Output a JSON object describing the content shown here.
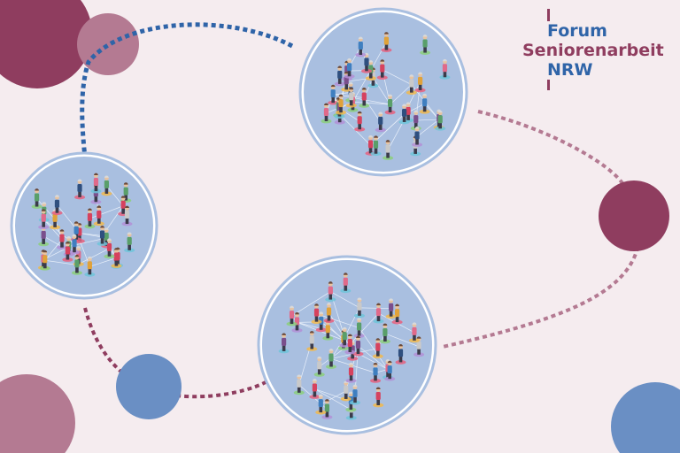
{
  "logo": {
    "line1": "Forum",
    "line2": "Seniorenarbeit",
    "line3": "NRW"
  },
  "colors": {
    "background": "#f5ecef",
    "plum": "#8f3d5f",
    "plum_light": "#b47a92",
    "blue": "#2f64a8",
    "blue_light": "#6a8fc4",
    "network_bg": "#a9bfe0"
  },
  "illustrations": [
    {
      "name": "network-circle-top",
      "subject": "seniors network illustration"
    },
    {
      "name": "network-circle-left",
      "subject": "seniors network illustration"
    },
    {
      "name": "network-circle-bottom",
      "subject": "seniors network illustration"
    }
  ]
}
